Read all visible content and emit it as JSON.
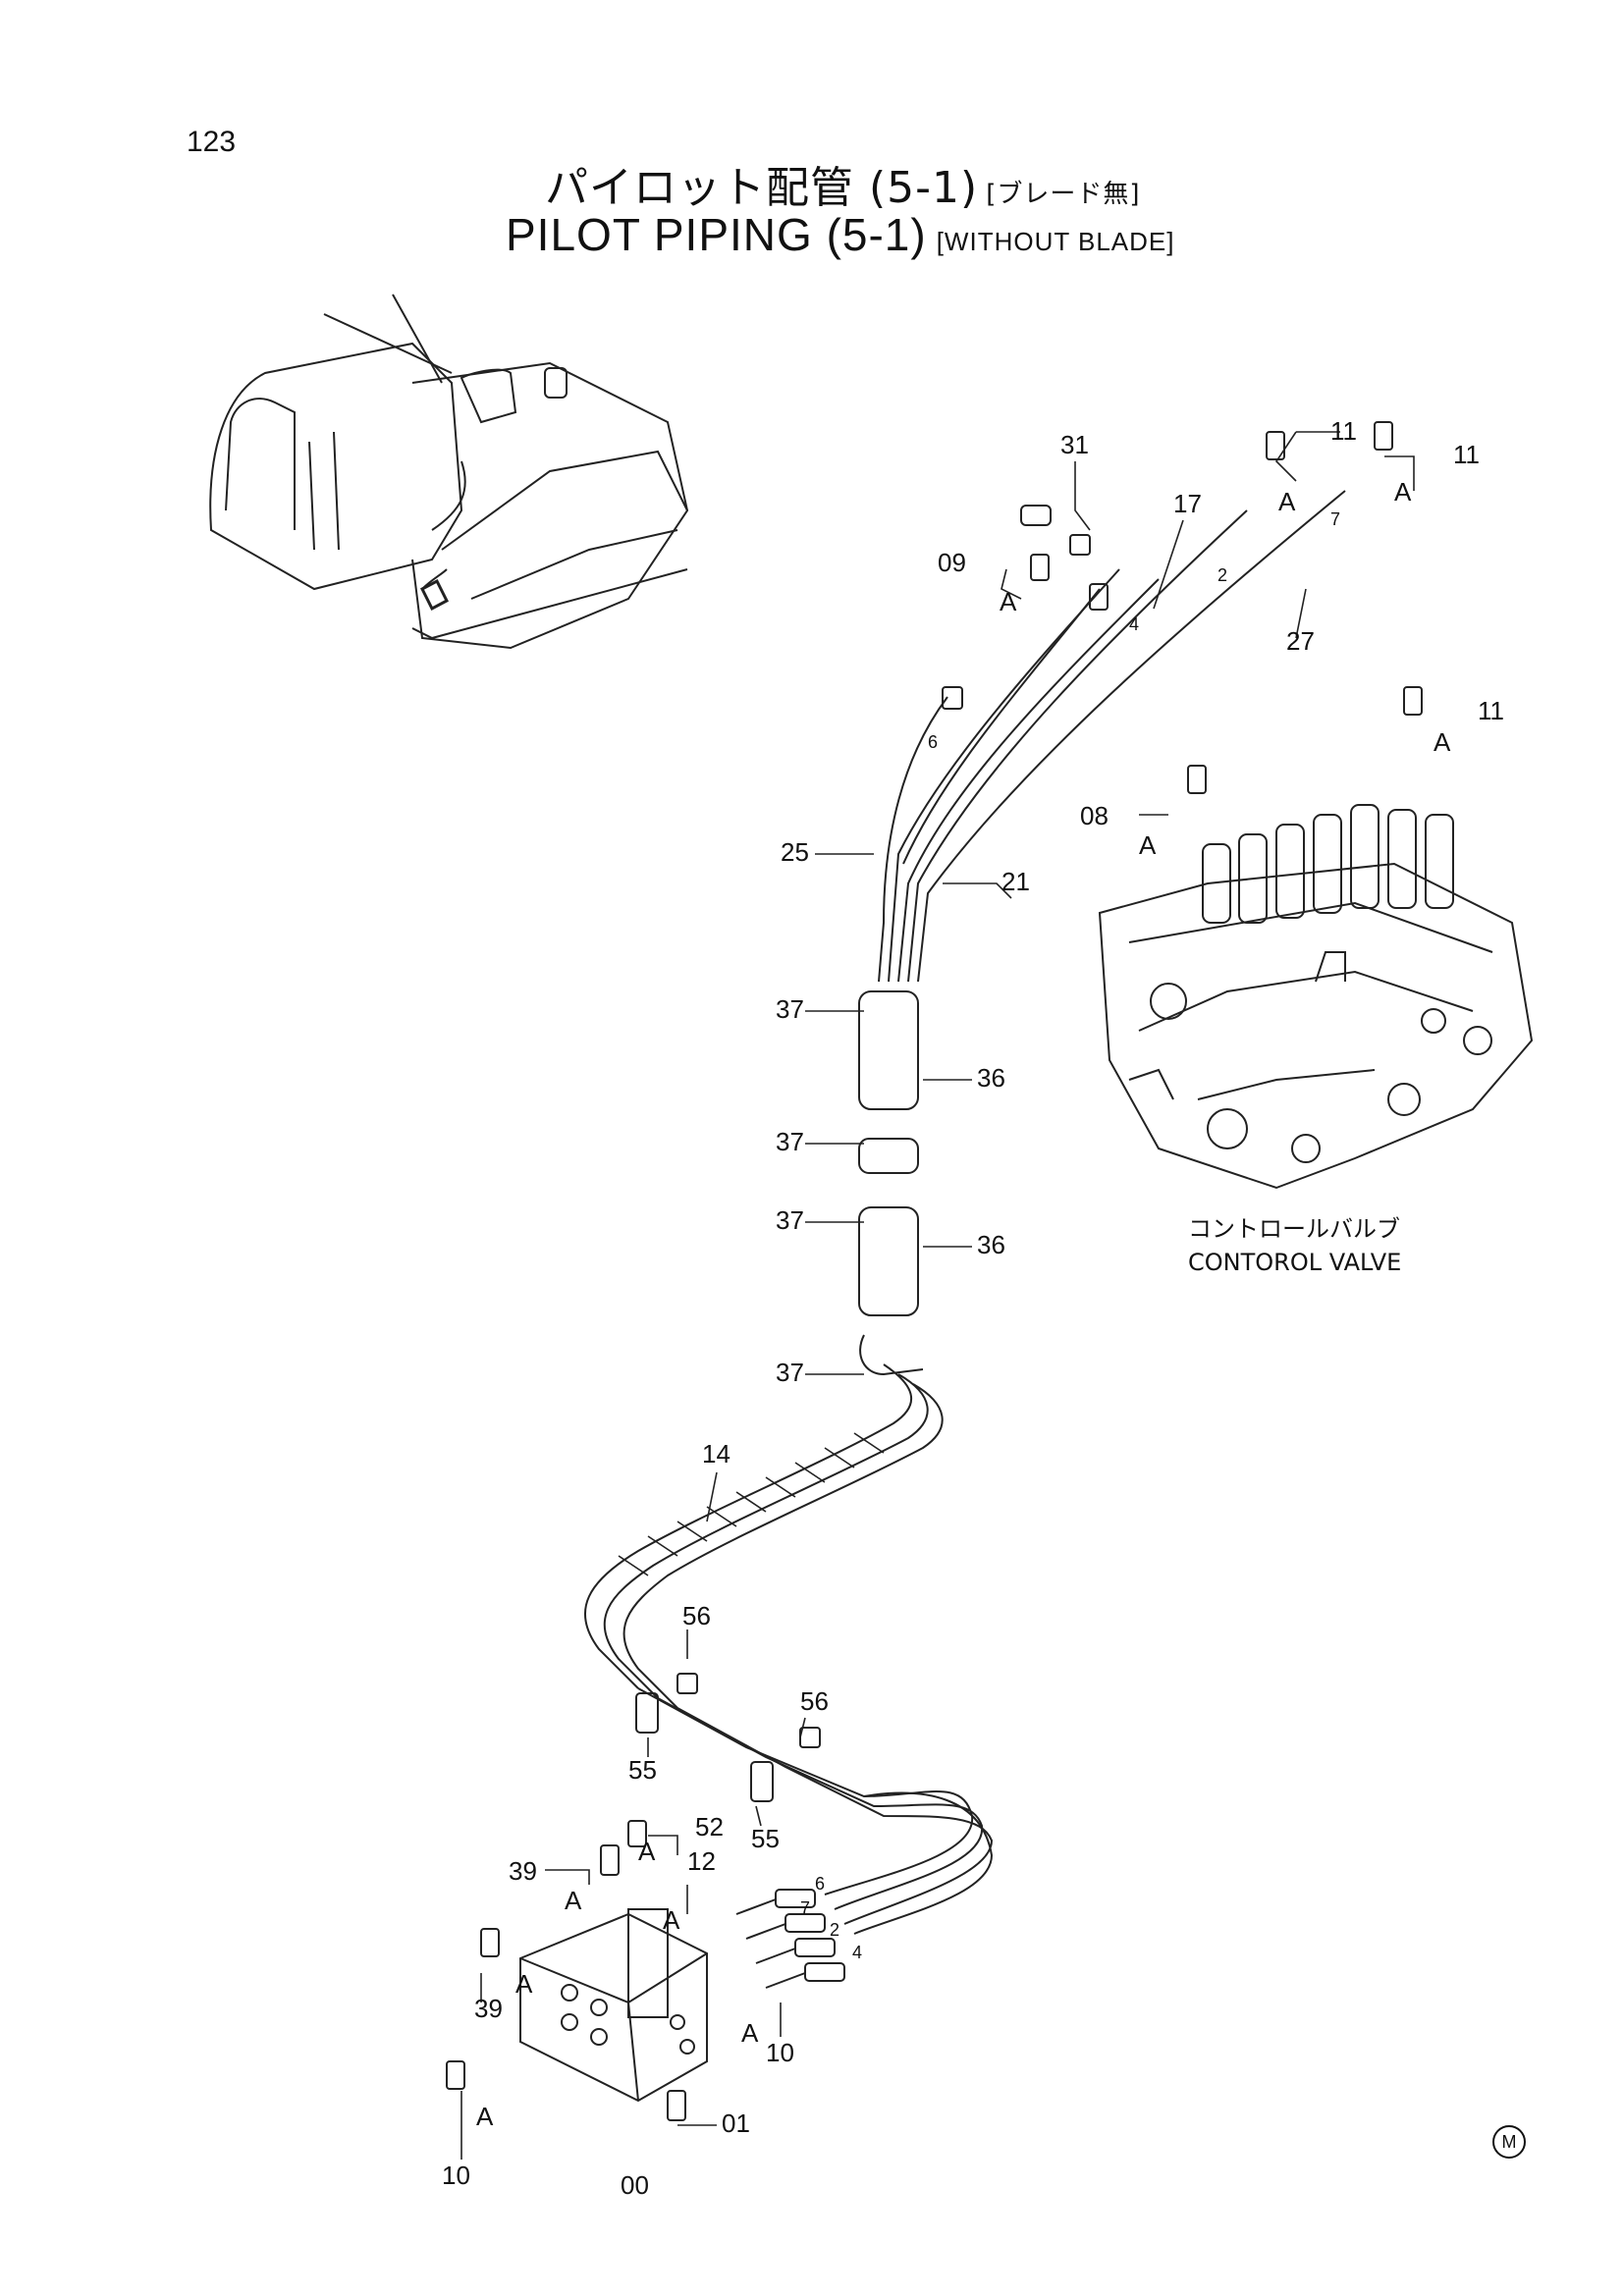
{
  "page_number": "123",
  "title_jp": "パイロット配管 (5-1)",
  "title_jp_sub": "[ブレード無]",
  "title_en": "PILOT PIPING (5-1)",
  "title_en_sub": "[WITHOUT BLADE]",
  "control_valve_label_jp": "コントロールバルブ",
  "control_valve_label_en": "CONTOROL VALVE",
  "part_labels": {
    "p31": "31",
    "p17": "17",
    "p11a": "11",
    "p11b": "11",
    "p11c": "11",
    "p09": "09",
    "p27": "27",
    "p08": "08",
    "p25": "25",
    "p21": "21",
    "p37a": "37",
    "p36a": "36",
    "p37b": "37",
    "p37c": "37",
    "p36b": "36",
    "p37d": "37",
    "p14": "14",
    "p56a": "56",
    "p56b": "56",
    "p55a": "55",
    "p55b": "55",
    "p52": "52",
    "p39a": "39",
    "p12": "12",
    "p39b": "39",
    "p10a": "10",
    "p10b": "10",
    "p00": "00",
    "p01": "01"
  },
  "hose_numbers": [
    "2",
    "4",
    "6",
    "7",
    "6",
    "7",
    "2",
    "4"
  ],
  "ref_letter": "A",
  "corner_mark": "M"
}
